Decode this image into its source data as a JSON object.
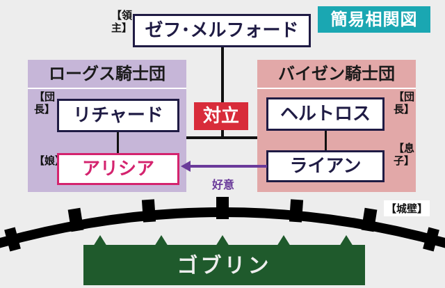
{
  "title": "簡易相関図",
  "lord": {
    "role": "【領主】",
    "name": "ゼフ･メルフォード"
  },
  "left_faction": {
    "name": "ローグス騎士団",
    "leader": {
      "role": "【団長】",
      "name": "リチャード"
    },
    "daughter": {
      "role": "【娘】",
      "name": "アリシア"
    }
  },
  "right_faction": {
    "name": "バイゼン騎士団",
    "leader": {
      "role": "【団長】",
      "name": "ヘルトロス"
    },
    "son": {
      "role": "【息子】",
      "name": "ライアン"
    }
  },
  "conflict_label": "対立",
  "affection_label": "好意",
  "wall_label": "【城壁】",
  "enemy_label": "ゴブリン",
  "colors": {
    "left_faction_bg": "#c6b6d8",
    "right_faction_bg": "#e2a8a8",
    "conflict": "#d82c3a",
    "title_tag": "#1aa7b2",
    "affection_arrow": "#6a3a9a",
    "enemy": "#1f5a2c",
    "daughter_accent": "#d4236e"
  }
}
